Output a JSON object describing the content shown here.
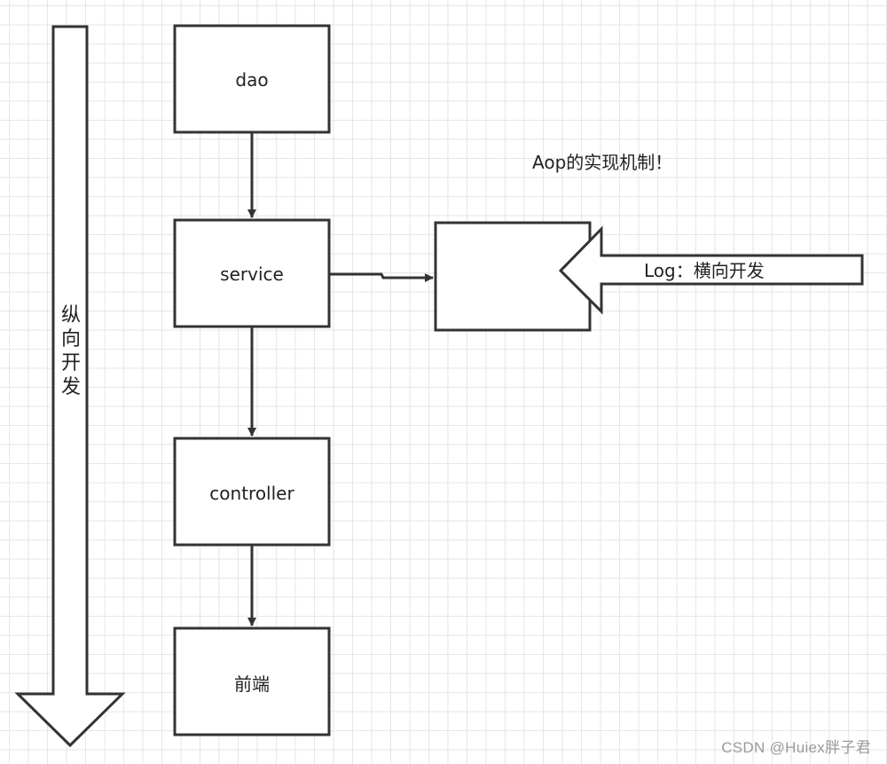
{
  "diagram": {
    "vertical_arrow_label": [
      "纵",
      "向",
      "开",
      "发"
    ],
    "boxes": {
      "dao": "dao",
      "service": "service",
      "controller": "controller",
      "frontend": "前端",
      "aspect": ""
    },
    "aop_caption": "Aop的实现机制！",
    "log_arrow_label": "Log：横向开发",
    "colors": {
      "stroke": "#333333",
      "grid": "#e6e6e6",
      "background": "#ffffff"
    }
  },
  "watermark": "CSDN @Huiex胖子君"
}
